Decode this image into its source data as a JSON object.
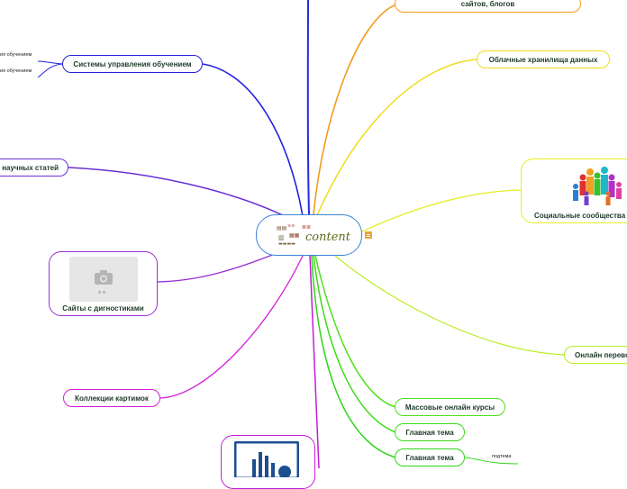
{
  "center": {
    "image": "content-word-cloud",
    "word": "content"
  },
  "right_nodes": {
    "sites_blogs": "сайтов, блогов",
    "cloud_storage": "Облачные хранилища данных",
    "social": "Социальные сообщества",
    "translate": "Онлайн перево",
    "mooc": "Массовые онлайн курсы",
    "main_topic_1": "Главная тема",
    "main_topic_2": "Главная тема",
    "subtopic": "подтема"
  },
  "left_nodes": {
    "lms": "Системы управления обучением",
    "lms_child_1": "ия обучением",
    "lms_child_2": "ия обучением",
    "articles": "научных статей",
    "diagnostics": "Сайты с дигностиками",
    "images": "Коллекции картимок"
  },
  "icons": {
    "note": "note-icon",
    "diagnostics_image": "camera-icon",
    "social_image": "people-icon",
    "bottom_image": "chart-icon"
  },
  "colors": {
    "center_border": "#3b83d9",
    "blue": "#2222dd",
    "orange": "#f59a1c",
    "yellow": "#e8d81a",
    "yellowgreen": "#d6ea1e",
    "green": "#3ddc1a",
    "purple": "#7b2fd6",
    "magenta": "#c21ed6"
  }
}
